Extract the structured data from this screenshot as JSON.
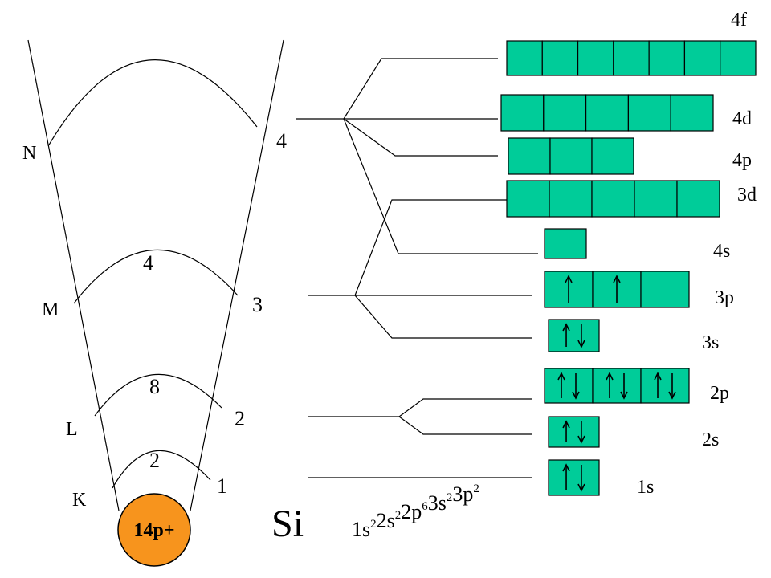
{
  "element_symbol": "Si",
  "nucleus_label": "14p+",
  "colors": {
    "box_fill": "#00CC99",
    "nucleus_fill": "#F7941D",
    "ink": "#000000"
  },
  "shells": [
    {
      "letter": "K",
      "capacity": "2",
      "n": "1"
    },
    {
      "letter": "L",
      "capacity": "8",
      "n": "2"
    },
    {
      "letter": "M",
      "capacity": "4",
      "n": "3"
    },
    {
      "letter": "N",
      "capacity": "",
      "n": "4"
    }
  ],
  "sublevels": [
    {
      "label": "1s",
      "boxes": 1,
      "electrons": [
        "ud"
      ]
    },
    {
      "label": "2s",
      "boxes": 1,
      "electrons": [
        "ud"
      ]
    },
    {
      "label": "2p",
      "boxes": 3,
      "electrons": [
        "ud",
        "ud",
        "ud"
      ]
    },
    {
      "label": "3s",
      "boxes": 1,
      "electrons": [
        "ud"
      ]
    },
    {
      "label": "3p",
      "boxes": 3,
      "electrons": [
        "u",
        "u",
        ""
      ]
    },
    {
      "label": "4s",
      "boxes": 1,
      "electrons": [
        ""
      ]
    },
    {
      "label": "3d",
      "boxes": 5,
      "electrons": [
        "",
        "",
        "",
        "",
        ""
      ]
    },
    {
      "label": "4p",
      "boxes": 3,
      "electrons": [
        "",
        "",
        ""
      ]
    },
    {
      "label": "4d",
      "boxes": 5,
      "electrons": [
        "",
        "",
        "",
        "",
        ""
      ]
    },
    {
      "label": "4f",
      "boxes": 7,
      "electrons": [
        "",
        "",
        "",
        "",
        "",
        "",
        ""
      ]
    }
  ],
  "configuration": [
    {
      "base": "1s",
      "exp": "2"
    },
    {
      "base": "2s",
      "exp": "2"
    },
    {
      "base": "2p",
      "exp": "6"
    },
    {
      "base": "3s",
      "exp": "2"
    },
    {
      "base": "3p",
      "exp": "2"
    }
  ]
}
